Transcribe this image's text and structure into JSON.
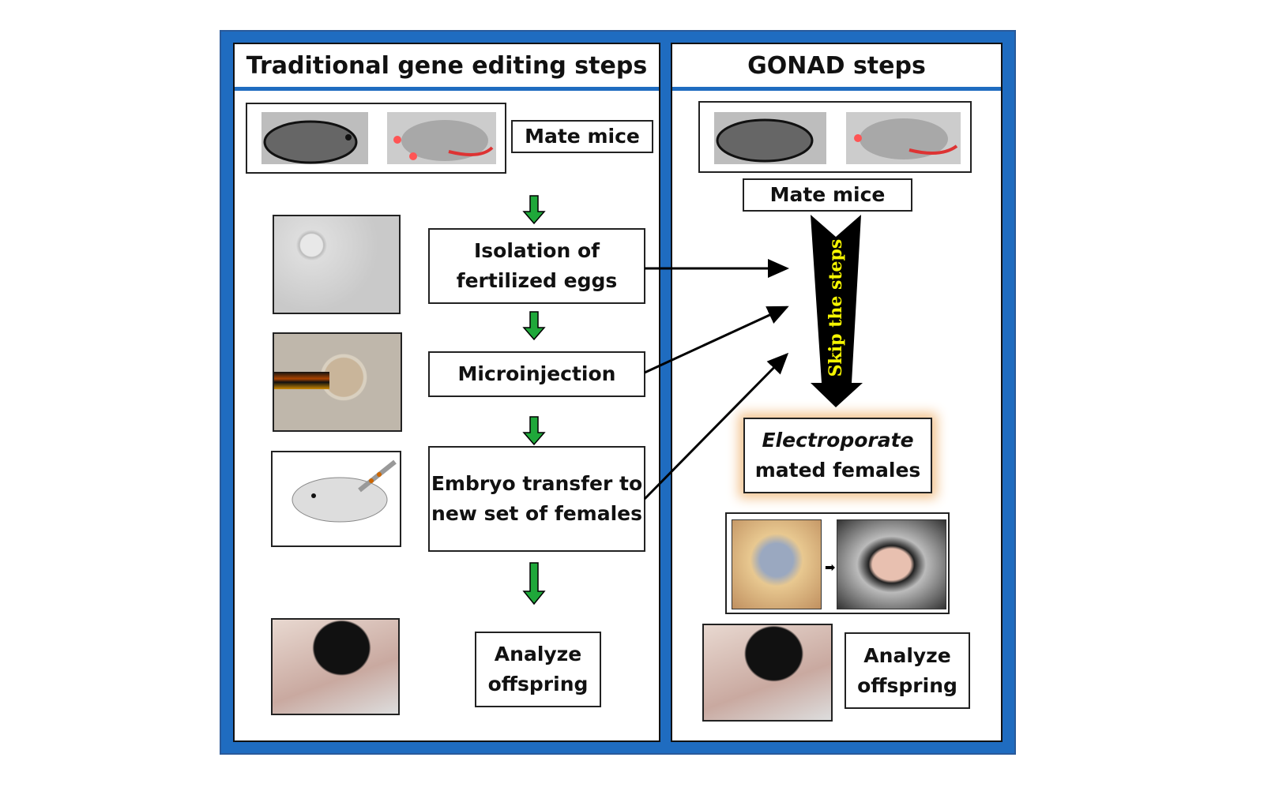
{
  "left_panel": {
    "title": "Traditional gene editing steps",
    "steps": [
      "Mate mice",
      "Isolation of fertilized eggs",
      "Microinjection",
      "Embryo transfer to new set of females",
      "Analyze offspring"
    ]
  },
  "right_panel": {
    "title": "GONAD steps",
    "steps": [
      "Mate mice",
      "Electroporate",
      "mated females",
      "Analyze offspring"
    ],
    "skip_label": "Skip the steps"
  },
  "colors": {
    "frame": "#1f6cc0",
    "flow_arrow": "#1fa83a",
    "skip_text": "#f5f500",
    "highlight_glow": "#f0b070"
  }
}
